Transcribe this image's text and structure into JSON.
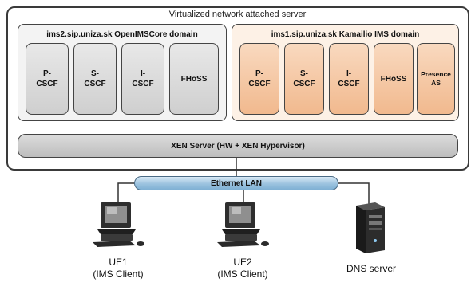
{
  "diagram": {
    "outer_title": "Virtualized network attached server",
    "domains": [
      {
        "title": "ims2.sip.uniza.sk OpenIMSCore domain",
        "components": [
          "P-\nCSCF",
          "S-\nCSCF",
          "I-\nCSCF",
          "FHoSS"
        ]
      },
      {
        "title": "ims1.sip.uniza.sk Kamailio IMS domain",
        "components": [
          "P-\nCSCF",
          "S-\nCSCF",
          "I-\nCSCF",
          "FHoSS",
          "Presence\nAS"
        ]
      }
    ],
    "hypervisor_label": "XEN Server (HW + XEN Hypervisor)",
    "lan_label": "Ethernet LAN",
    "devices": [
      {
        "name": "UE1",
        "sub": "(IMS Client)",
        "icon": "desktop-computer-icon"
      },
      {
        "name": "UE2",
        "sub": "(IMS Client)",
        "icon": "desktop-computer-icon"
      },
      {
        "name": "DNS server",
        "sub": "",
        "icon": "tower-server-icon"
      }
    ],
    "colors": {
      "gray_component": "#d9d9d9",
      "orange_component": "#f4c7a3",
      "orange_domain_bg": "#fdf1e6",
      "lan_blue": "#9cc3df"
    }
  }
}
